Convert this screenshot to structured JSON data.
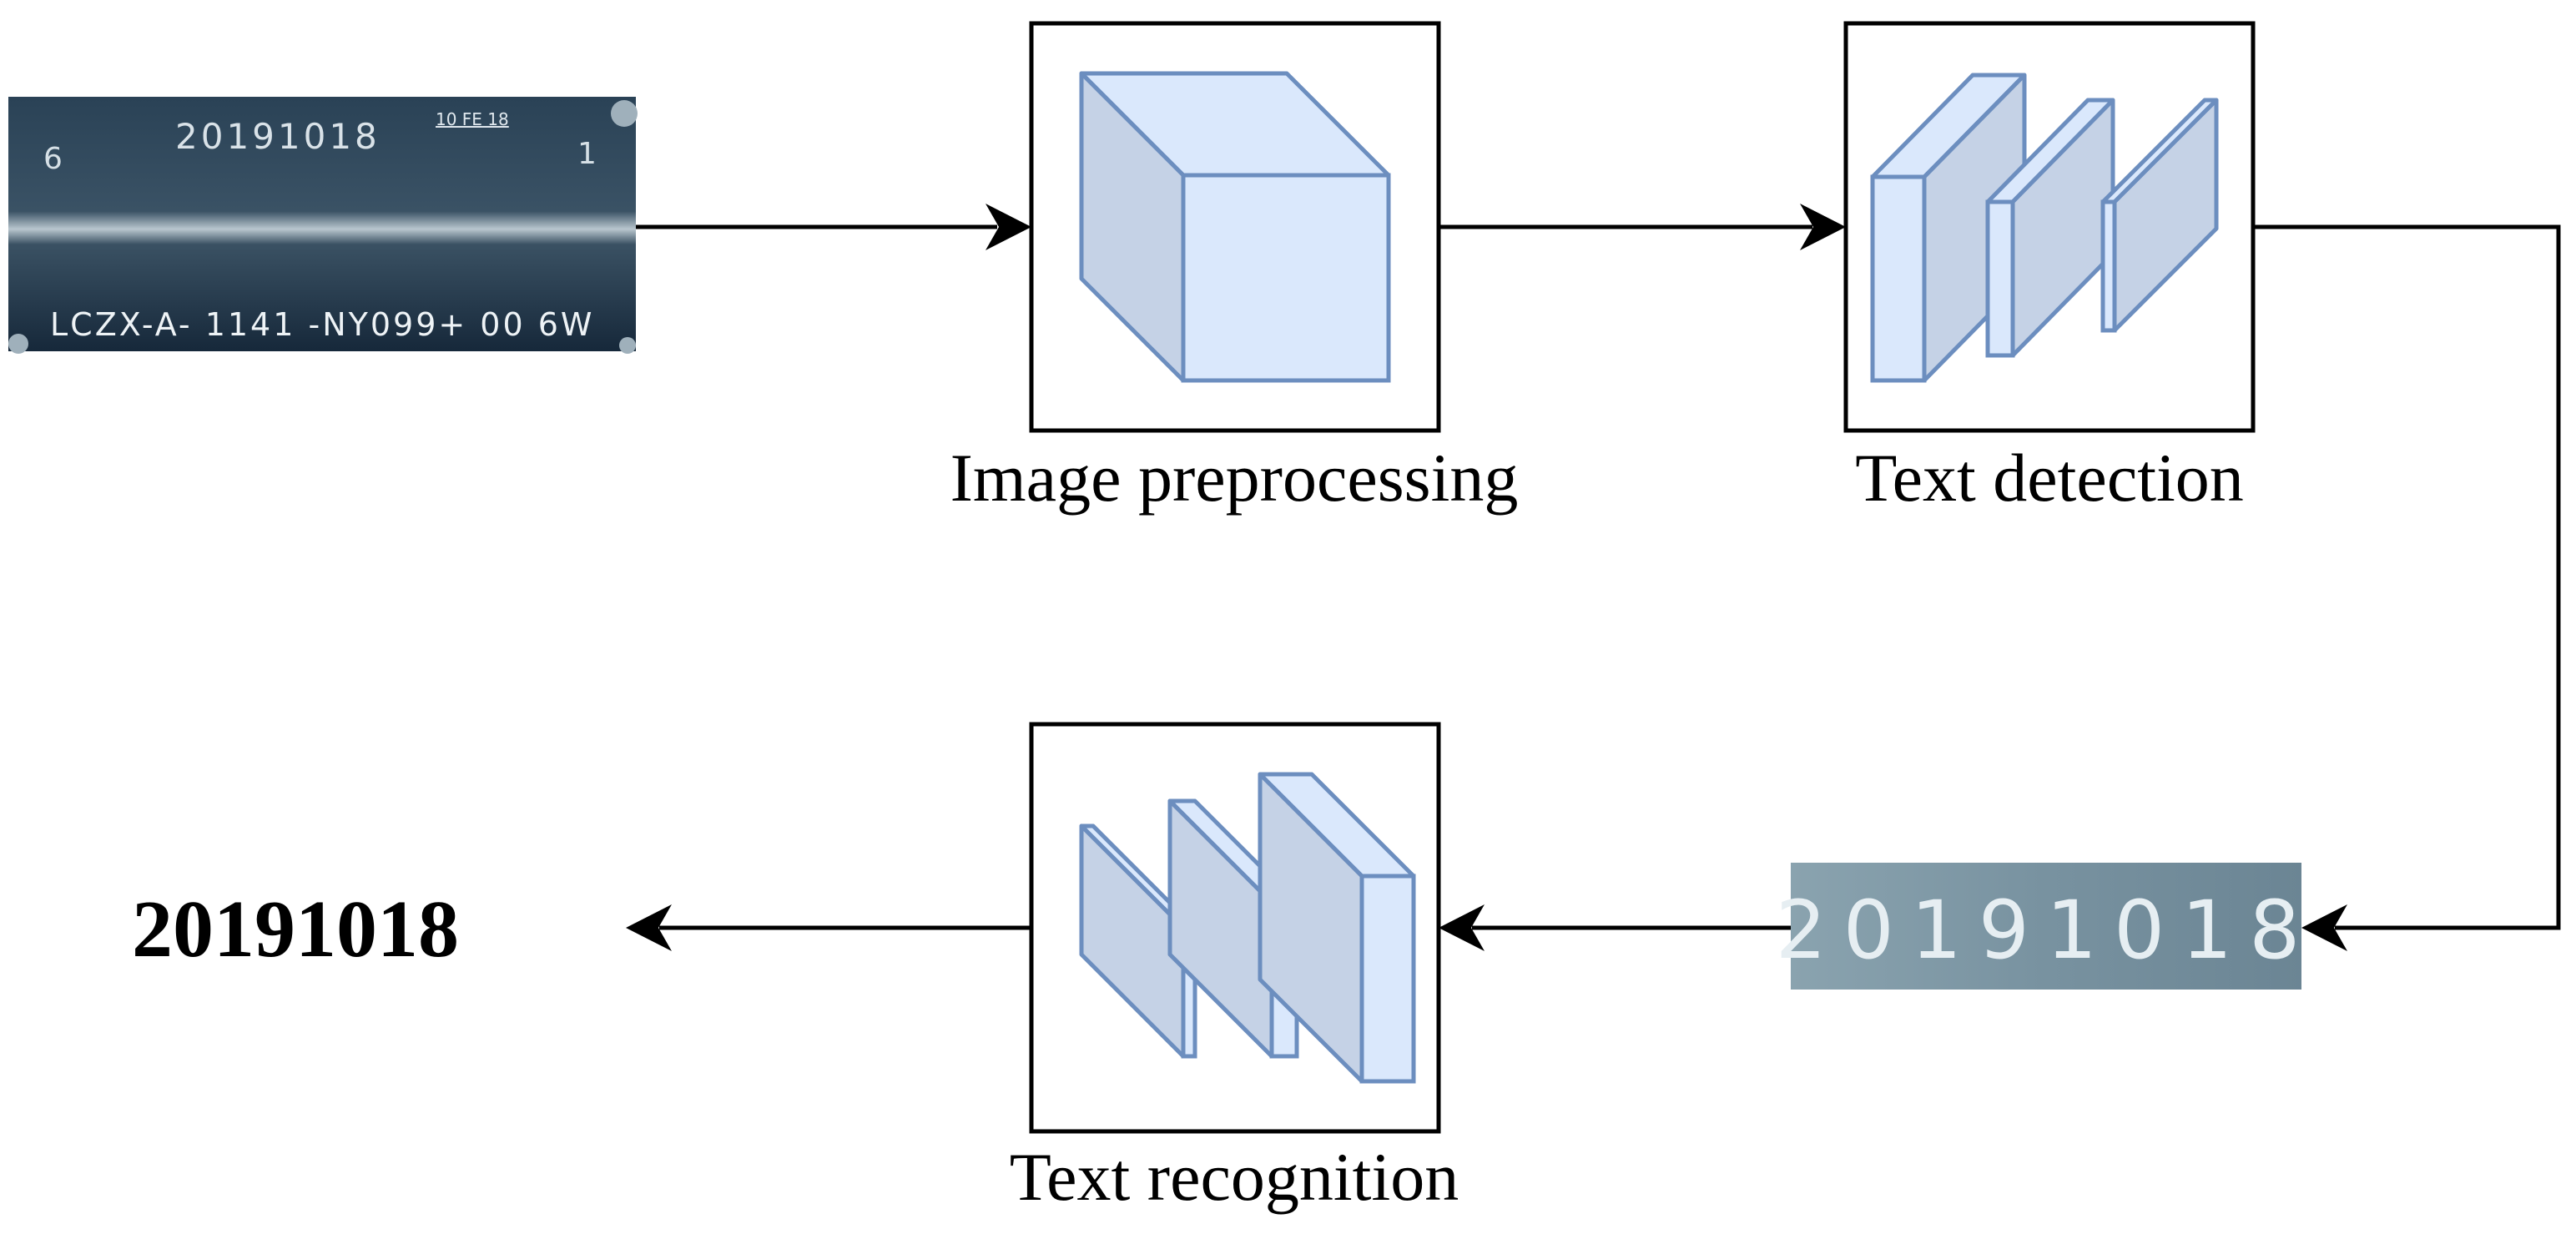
{
  "stages": {
    "preprocessing": {
      "label": "Image preprocessing"
    },
    "detection": {
      "label": "Text detection"
    },
    "recognition": {
      "label": "Text recognition"
    }
  },
  "input_image": {
    "top_left_digit": "6",
    "date_stamp": "20191018",
    "small_stamp": "10 FE 18",
    "top_right_digit": "1",
    "bottom_code": "LCZX-A- 1141 -NY099+ 00 6W"
  },
  "detected_crop": {
    "text": "20191018"
  },
  "result": {
    "text": "20191018"
  },
  "colors": {
    "shape_stroke": "#6c8ebf",
    "shape_fill_light": "#dae8fc",
    "shape_fill_mid": "#c5d2e6",
    "photo_background": "#1f3345",
    "crop_background": "#7e97a4"
  }
}
